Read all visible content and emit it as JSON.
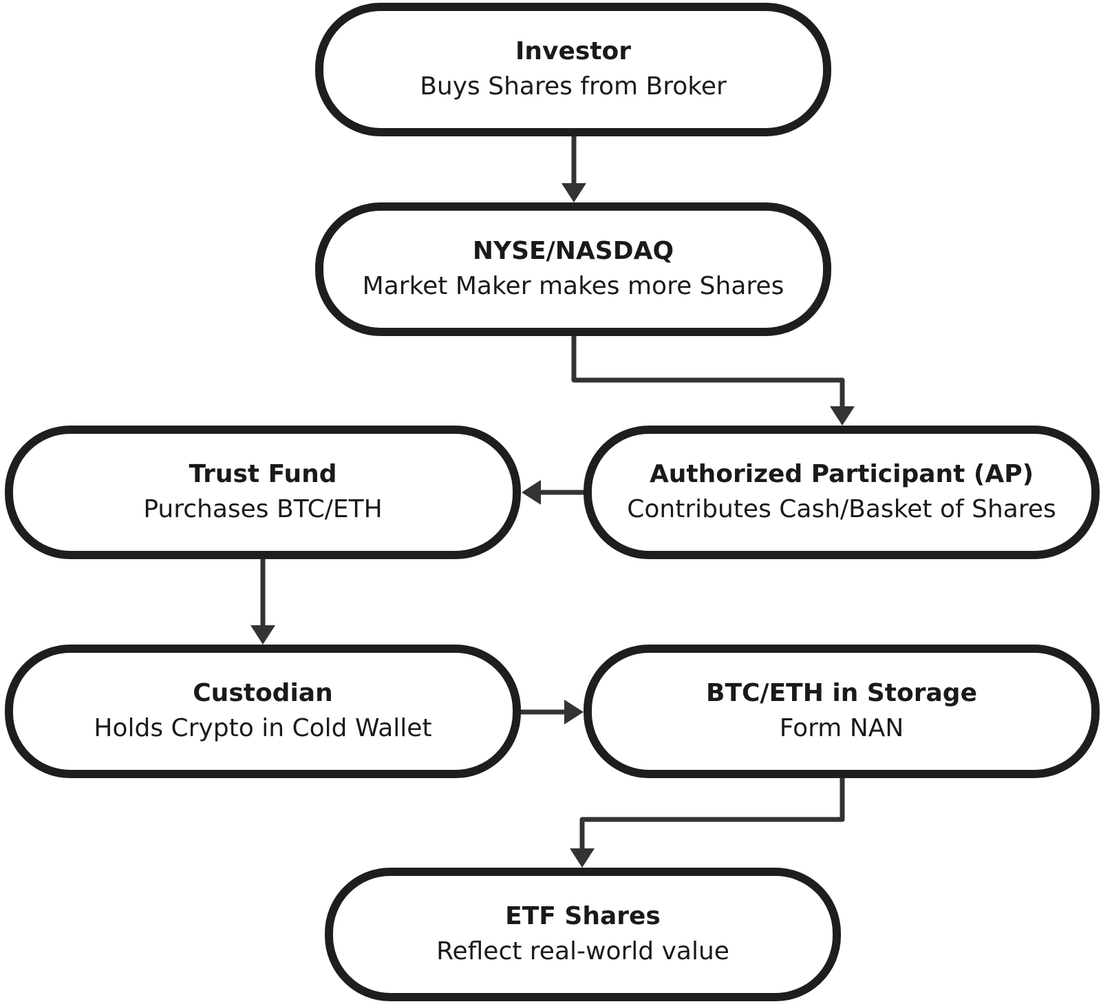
{
  "nodes": {
    "investor": {
      "title": "Investor",
      "subtitle": "Buys Shares from Broker"
    },
    "exchange": {
      "title": "NYSE/NASDAQ",
      "subtitle": "Market Maker makes more Shares"
    },
    "trust": {
      "title": "Trust Fund",
      "subtitle": "Purchases BTC/ETH"
    },
    "ap": {
      "title": "Authorized Participant (AP)",
      "subtitle": "Contributes Cash/Basket of Shares"
    },
    "custodian": {
      "title": "Custodian",
      "subtitle": "Holds Crypto in Cold Wallet"
    },
    "storage": {
      "title": "BTC/ETH in Storage",
      "subtitle": "Form NAN"
    },
    "etf": {
      "title": "ETF Shares",
      "subtitle": "Reflect real-world value"
    }
  },
  "edges": [
    {
      "from": "investor",
      "to": "exchange"
    },
    {
      "from": "exchange",
      "to": "ap"
    },
    {
      "from": "ap",
      "to": "trust"
    },
    {
      "from": "trust",
      "to": "custodian"
    },
    {
      "from": "custodian",
      "to": "storage"
    },
    {
      "from": "storage",
      "to": "etf"
    }
  ],
  "colors": {
    "node_border": "#1e1e1e",
    "connector": "#333333",
    "background": "#ffffff"
  }
}
